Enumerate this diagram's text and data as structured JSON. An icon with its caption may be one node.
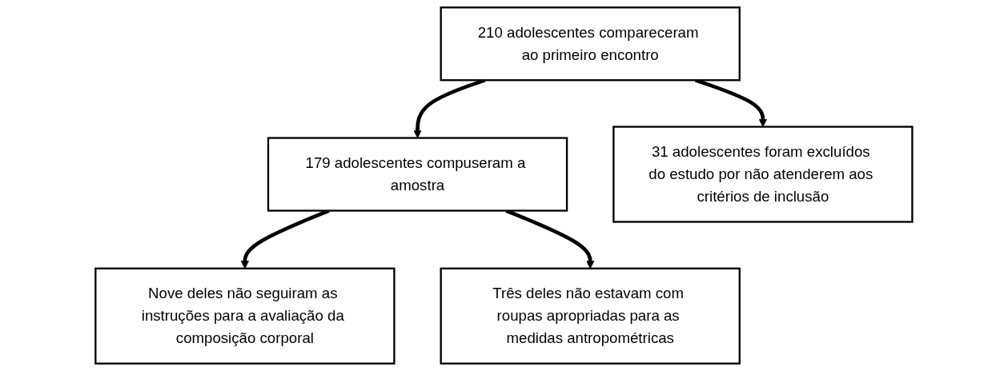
{
  "diagram": {
    "nodes": [
      {
        "text": [
          "210 adolescentes compareceram ao primeiro encontro"
        ]
      },
      {
        "text": [
          "179 adolescentes compuseram a amostra"
        ]
      },
      {
        "text": [
          "31 adolescentes foram excluídos do estudo por não atenderem aos critérios de inclusão"
        ]
      },
      {
        "text": [
          "Nove deles não seguiram as instruções para a avaliação da composição corporal"
        ]
      },
      {
        "text": [
          "Três deles não estavam com roupas apropriadas para as medidas antropométricas"
        ]
      }
    ],
    "edges": [
      {
        "from": 0,
        "to": 1,
        "arrow": "to"
      },
      {
        "from": 0,
        "to": 2,
        "arrow": "to"
      },
      {
        "from": 1,
        "to": 3,
        "arrow": "to"
      },
      {
        "from": 1,
        "to": 4,
        "arrow": "to"
      }
    ]
  }
}
